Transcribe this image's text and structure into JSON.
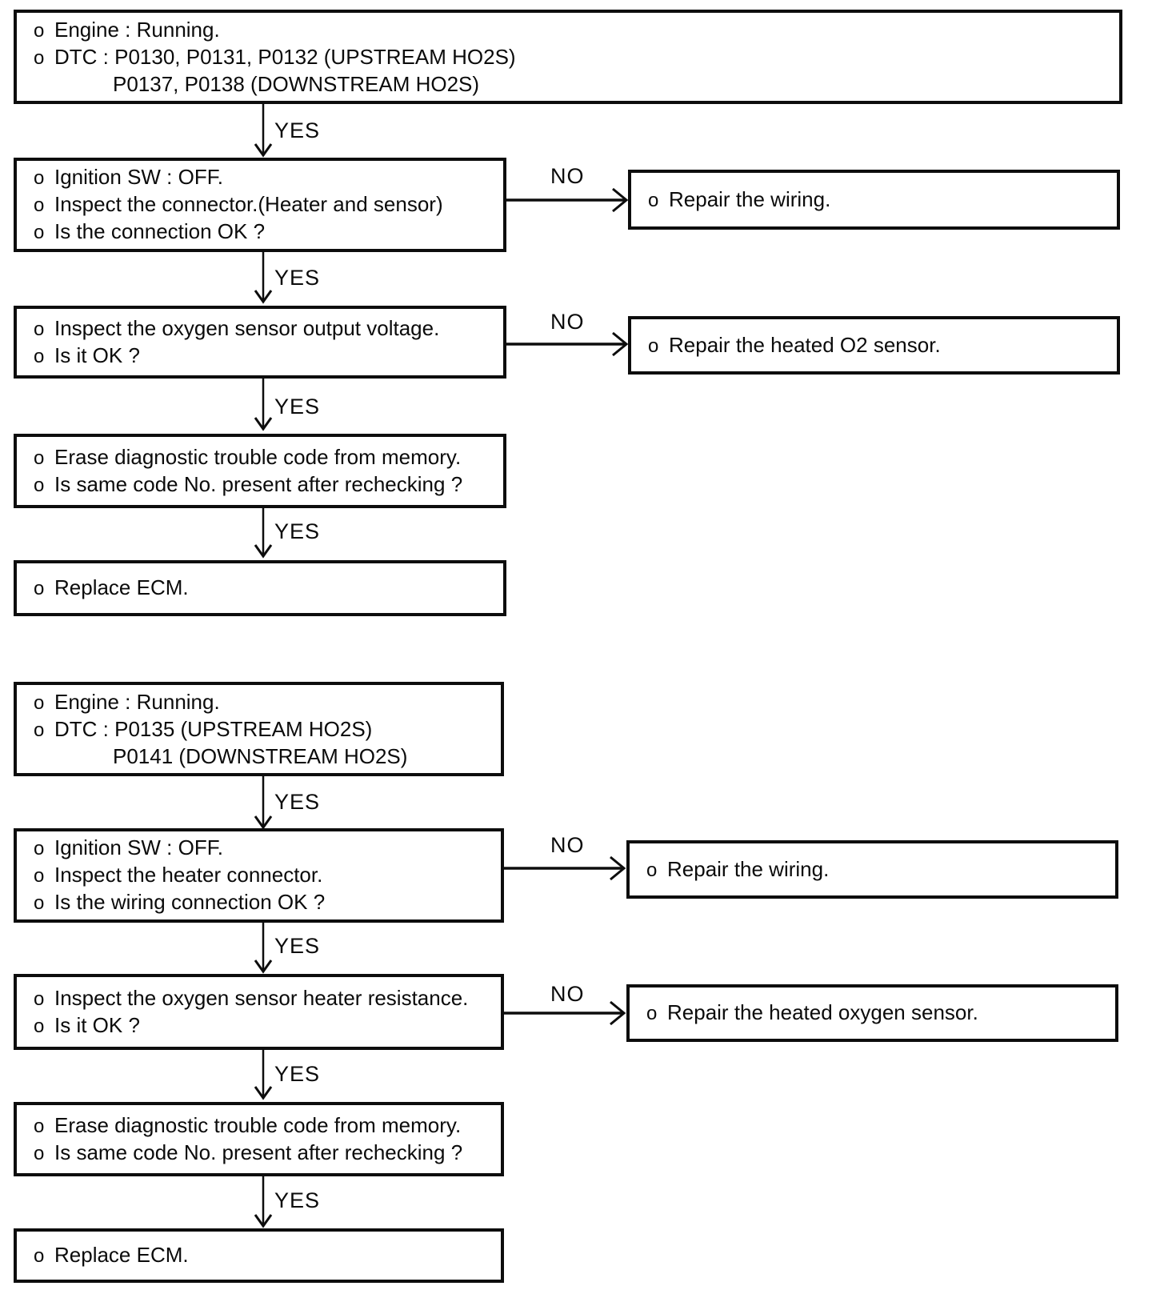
{
  "labels": {
    "bullet": "o",
    "yes": "YES",
    "no": "NO"
  },
  "flow1": {
    "start": [
      "Engine : Running.",
      "DTC : P0130, P0131, P0132 (UPSTREAM HO2S)",
      "P0137, P0138 (DOWNSTREAM HO2S)"
    ],
    "check_connector": [
      "Ignition SW : OFF.",
      "Inspect the connector.(Heater and sensor)",
      "Is the connection OK ?"
    ],
    "repair_wiring": [
      "Repair the wiring."
    ],
    "check_voltage": [
      "Inspect the oxygen sensor output voltage.",
      "Is it OK ?"
    ],
    "repair_sensor": [
      "Repair the heated O2 sensor."
    ],
    "erase_code": [
      "Erase diagnostic trouble code from memory.",
      "Is same code No. present after rechecking ?"
    ],
    "replace_ecm": [
      "Replace ECM."
    ]
  },
  "flow2": {
    "start": [
      "Engine : Running.",
      "DTC : P0135 (UPSTREAM HO2S)",
      "P0141 (DOWNSTREAM HO2S)"
    ],
    "check_connector": [
      "Ignition SW : OFF.",
      "Inspect the heater connector.",
      "Is the wiring connection OK ?"
    ],
    "repair_wiring": [
      "Repair the wiring."
    ],
    "check_resistance": [
      "Inspect the oxygen sensor heater resistance.",
      "Is it OK ?"
    ],
    "repair_sensor": [
      "Repair the heated oxygen sensor."
    ],
    "erase_code": [
      "Erase diagnostic trouble code from memory.",
      "Is same code No. present after rechecking ?"
    ],
    "replace_ecm": [
      "Replace ECM."
    ]
  }
}
